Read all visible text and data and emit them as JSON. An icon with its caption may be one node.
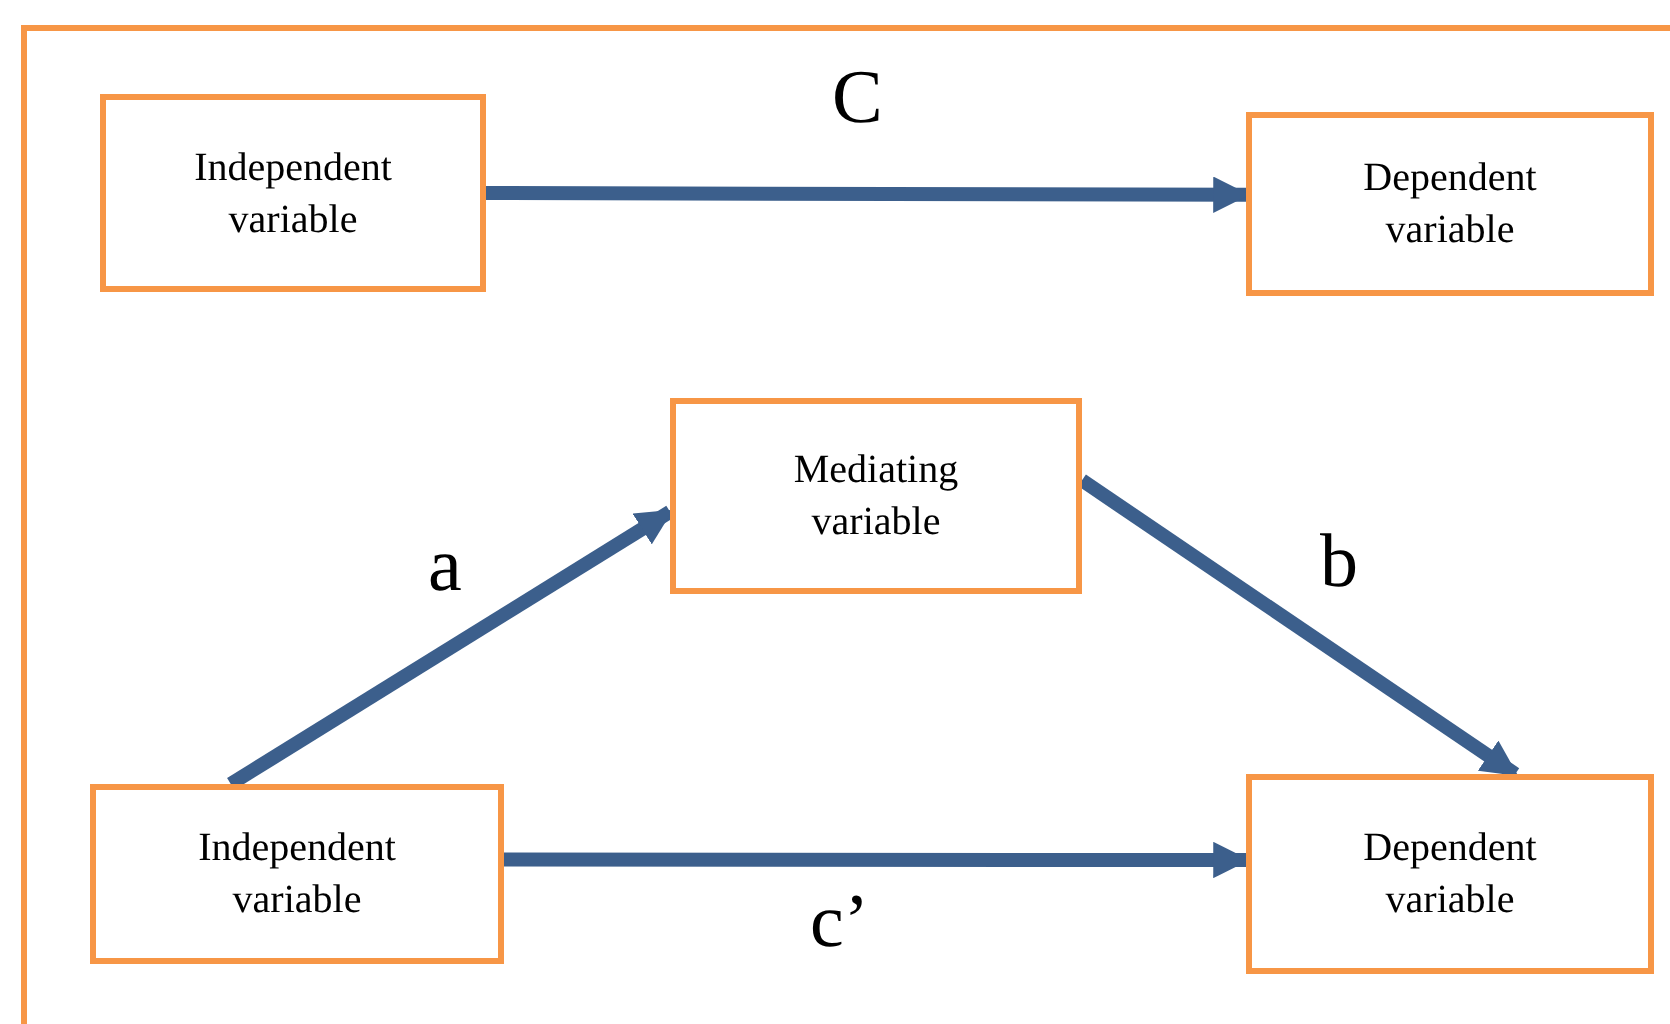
{
  "diagram": {
    "nodes": [
      {
        "text": [
          "Independent variable"
        ]
      },
      {
        "text": [
          "Dependent variable"
        ]
      },
      {
        "text": [
          "Mediating variable"
        ]
      },
      {
        "text": [
          "Independent variable"
        ]
      },
      {
        "text": [
          "Dependent variable"
        ]
      }
    ],
    "edges": [
      {
        "from": 0,
        "to": 1,
        "arrow": "to",
        "label": "C"
      },
      {
        "from": 3,
        "to": 2,
        "arrow": "to",
        "label": "a"
      },
      {
        "from": 2,
        "to": 4,
        "arrow": "to",
        "label": "b"
      },
      {
        "from": 3,
        "to": 4,
        "arrow": "to",
        "label": "c’"
      }
    ]
  }
}
